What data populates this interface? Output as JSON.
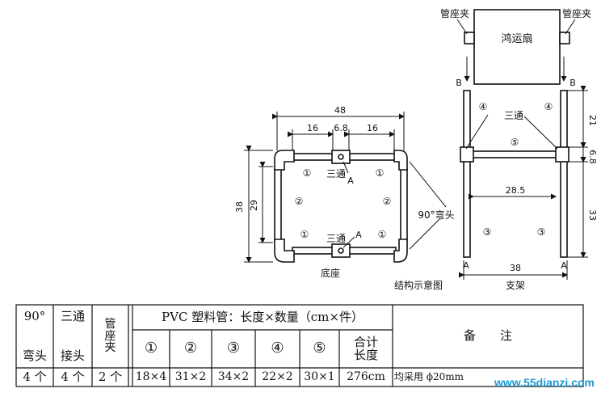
{
  "labels": {
    "dim_48": "48",
    "dim_16a": "16",
    "dim_6_8_top": "6.8",
    "dim_16b": "16",
    "dim_38_left": "38",
    "dim_29": "29",
    "tee_top": "三通",
    "tee_bottom": "三通",
    "point_a_top": "A",
    "point_a_bottom": "A",
    "elbow_90": "90°弯头",
    "base_caption": "底座",
    "structure_caption": "结构示意图",
    "circle_1": "①",
    "circle_2": "②",
    "circle_3": "③",
    "circle_4": "④",
    "circle_5": "⑤",
    "clamp_left": "管座夹",
    "clamp_right": "管座夹",
    "fan": "鸿运扇",
    "b_left": "B",
    "b_right": "B",
    "tee_stand": "三通",
    "dim_21": "21",
    "dim_6_8_side": "6.8",
    "dim_28_5": "28.5",
    "dim_33": "33",
    "a_left": "A",
    "a_right": "A",
    "dim_38_bottom": "38",
    "stand_caption": "支架"
  },
  "table": {
    "h_elbow_1": "90°",
    "h_elbow_2": "弯头",
    "h_tee_1": "三通",
    "h_tee_2": "接头",
    "h_clamp": "管\n座\n夹",
    "h_pvc": "PVC 塑料管：长度×数量（cm×件）",
    "h_c1": "①",
    "h_c2": "②",
    "h_c3": "③",
    "h_c4": "④",
    "h_c5": "⑤",
    "h_total": "合计\n长度",
    "h_note": "备　　注",
    "v_elbow": "4 个",
    "v_tee": "4 个",
    "v_clamp": "2 个",
    "v_c1": "18×4",
    "v_c2": "31×2",
    "v_c3": "34×2",
    "v_c4": "22×2",
    "v_c5": "30×1",
    "v_total": "276cm",
    "v_note": "均采用 ϕ20mm"
  },
  "watermark": "www.55dianzi.com"
}
